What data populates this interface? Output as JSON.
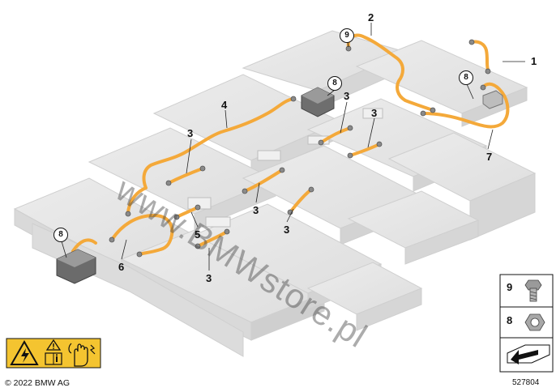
{
  "callouts": {
    "c1": "1",
    "c2": "2",
    "c3a": "3",
    "c3b": "3",
    "c3c": "3",
    "c3d": "3",
    "c3e": "3",
    "c3f": "3",
    "c4": "4",
    "c5": "5",
    "c6": "6",
    "c7": "7",
    "c8a": "8",
    "c8b": "8",
    "c8c": "8",
    "c9": "9"
  },
  "legend": {
    "item9": "9",
    "item8": "8"
  },
  "watermark": "www.BMWstore.pl",
  "copyright": "© 2022 BMW AG",
  "reference_number": "527804",
  "colors": {
    "cable": "#f4a93a",
    "module": "#e2e2e2",
    "module_edge": "#c9c9c9",
    "connector": "#8a8a8a"
  },
  "icons": [
    "high-voltage-warning-icon",
    "caution-triangle-icon",
    "manual-icon",
    "no-touch-hand-icon",
    "arrow-direction-icon"
  ]
}
